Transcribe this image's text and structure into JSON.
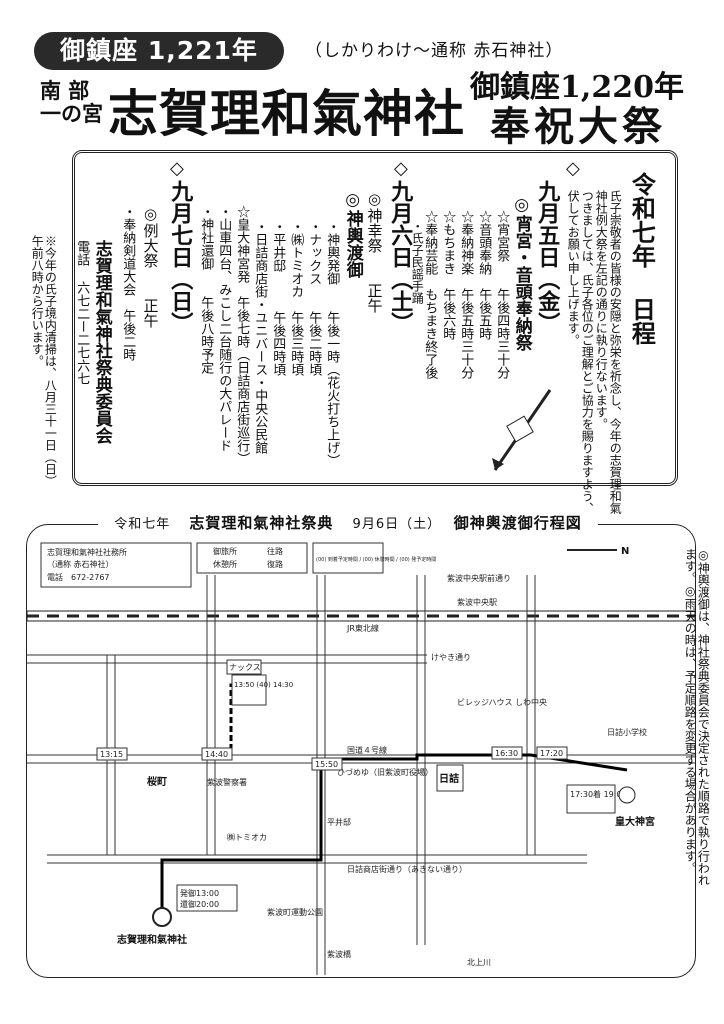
{
  "header": {
    "banner": "御鎮座 1,221年",
    "subtitle": "（しかりわけ〜通称 赤石神社）",
    "prefix_1": "南 部",
    "prefix_2": "一の宮",
    "shrine_name": "志賀理和氣神社",
    "anniversary": "御鎮座1,220年",
    "festival": "奉祝大祭"
  },
  "schedule": {
    "heading": "令和七年 日程",
    "intro": [
      "氏子崇敬者の皆様の安隠と弥栄を祈念し、今年の志賀理和氣",
      "神社例大祭を左記の通りに執り行ないます。",
      "つきましては、氏子各位のご理解とご協力を賜りますよう、",
      "伏してお願い申し上げます。"
    ],
    "day1": {
      "date": "九月五日（金）",
      "event": "◎宵宮・音頭奉納祭",
      "items": [
        "☆宵宮祭　　午後四時三十分",
        "☆音頭奉納　午後五時",
        "☆奉納神楽　午後五時三十分",
        "☆もちまき　午後六時",
        "☆奉納芸能　もちまき終了後"
      ]
    },
    "day2": {
      "date": "九月六日（土）",
      "events": [
        "・氏子民謡手踊",
        "◎神幸祭　　正午",
        "◎神輿渡御"
      ],
      "items": [
        "・神輿発御　　午後一時（花火打ち上げ）",
        "・ナックス　　午後二時頃",
        "・㈱トミオカ　午後三時頃",
        "・平井邸　　　午後四時頃",
        "・日詰商店街・ユニバース・中央公民館",
        "☆皇大神宮発　午後七時（日詰商店街巡行）",
        "・山車四台、みこし二台随行の大パレード",
        "・神社還御　　午後八時予定"
      ]
    },
    "day3": {
      "date": "九月七日（日）",
      "events": [
        "◎例大祭　　正午",
        "・奉納剣道大会　午後二時"
      ]
    },
    "committee": "志賀理和氣神社祭典委員会",
    "phone": "電話 六七二ー二七六七",
    "note": "※今年の氏子境内清掃は、八月三十一日（日）午前八時から行います。"
  },
  "map": {
    "title_prefix": "令和七年",
    "title_main": "志賀理和氣神社祭典",
    "title_date": "9月6日（土）",
    "title_suffix": "御神輿渡御行程図",
    "office": "志賀理和氣神社社務所",
    "office_alias": "（通称 赤石神社）",
    "office_phone": "電話　672-2767",
    "legend_1": "御旅所",
    "legend_2": "休憩所",
    "legend_3": "往路",
    "legend_4": "復路",
    "legend_time": "(00) 到着予定時間 / (00) 休憩時間 / (00) 発予定時間",
    "north": "N",
    "labels": {
      "ekimae": "紫波中央駅前通り",
      "station": "紫波中央駅",
      "jr": "JR東北線",
      "highway": "国道４号線",
      "nakkusu": "ナックス",
      "time_nakkusu": "13:50 (40) 14:30",
      "tomioka": "㈱トミオカ",
      "hirai": "平井邸",
      "keyaki": "けやき通り",
      "hizume": "日詰",
      "village": "ビレッジハウス しわ中央",
      "kodaijingu": "皇大神宮",
      "time_kodai": "17:30着 19:00発",
      "t1315": "13:15",
      "t1440": "14:40",
      "t1550": "15:50",
      "t1630": "16:30",
      "t1720": "17:20",
      "shrine": "志賀理和氣神社",
      "depart": "発御13:00",
      "return": "還御20:00",
      "police": "紫波警察署",
      "sakuramachi": "桜町",
      "park": "紫波町運動公園",
      "kitakami": "北上川",
      "hizume_st": "日詰商店街通り（あきない通り）",
      "bridge": "紫波橋",
      "higashi": "ひづめゆ（旧紫波町役場）",
      "kosaten": "日詰小学校"
    }
  }
}
